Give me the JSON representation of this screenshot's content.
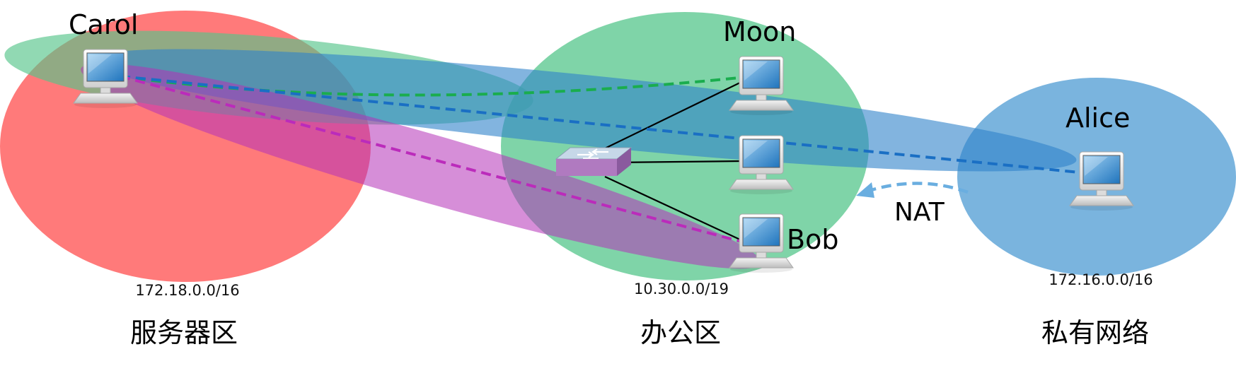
{
  "zones": [
    {
      "name": "服务器区",
      "subnet": "172.18.0.0/16",
      "color": "#ff7a7a"
    },
    {
      "name": "办公区",
      "subnet": "10.30.0.0/19",
      "color": "#7fd4a8"
    },
    {
      "name": "私有网络",
      "subnet": "172.16.0.0/16",
      "color": "#7ab4de"
    }
  ],
  "nodes": {
    "carol": "Carol",
    "moon": "Moon",
    "bob": "Bob",
    "alice": "Alice"
  },
  "nat_label": "NAT",
  "tunnel_colors": {
    "carol_moon": "#1aad4e",
    "carol_alice": "#1a6fc4",
    "carol_bob": "#bb2bbb",
    "nat_arrow": "#6aaee0"
  },
  "icons": {
    "computer": "computer-icon",
    "switch": "network-switch-icon"
  }
}
